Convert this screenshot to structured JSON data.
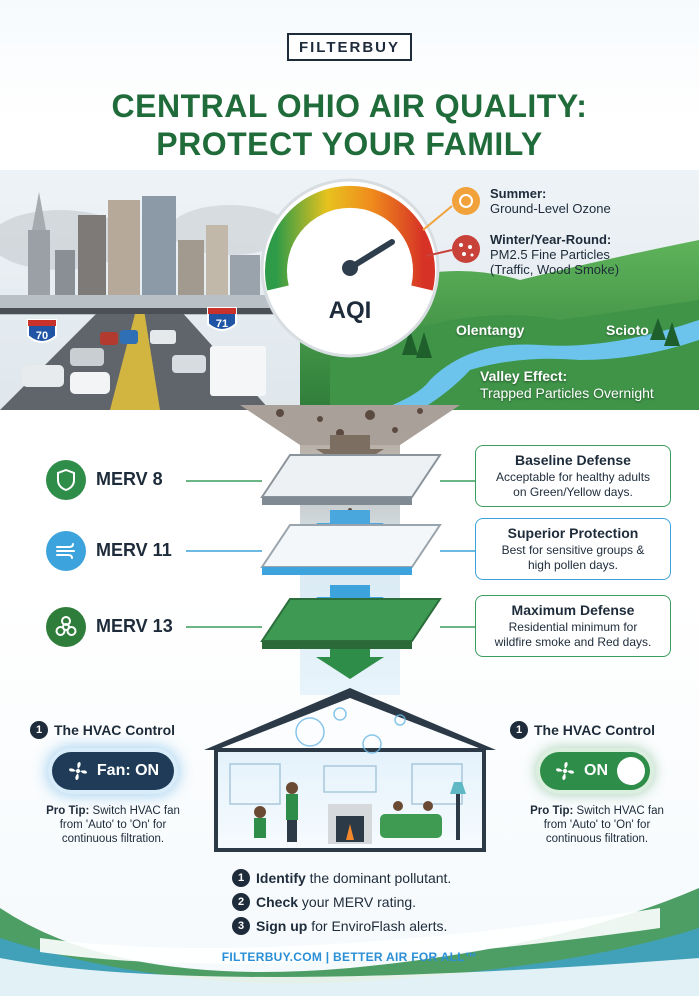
{
  "brand": {
    "logo": "FILTERBUY"
  },
  "header": {
    "title_line1": "CENTRAL OHIO AIR QUALITY:",
    "title_line2": "PROTECT YOUR FAMILY"
  },
  "scene": {
    "gauge_label": "AQI",
    "highway_signs": [
      "70",
      "71"
    ],
    "pollutants": [
      {
        "title": "Summer:",
        "desc": "Ground-Level Ozone"
      },
      {
        "title": "Winter/Year-Round:",
        "desc_line1": "PM2.5 Fine Particles",
        "desc_line2": "(Traffic, Wood Smoke)"
      }
    ],
    "rivers": [
      "Olentangy",
      "Scioto"
    ],
    "valley": {
      "title": "Valley Effect:",
      "desc": "Trapped Particles Overnight"
    }
  },
  "filters": [
    {
      "label": "MERV 8",
      "icon": "shield-icon",
      "heading": "Baseline Defense",
      "line1": "Acceptable for healthy adults",
      "line2": "on Green/Yellow days."
    },
    {
      "label": "MERV 11",
      "icon": "wind-icon",
      "heading": "Superior Protection",
      "line1": "Best for sensitive groups &",
      "line2": "high pollen days."
    },
    {
      "label": "MERV 13",
      "icon": "biohazard-icon",
      "heading": "Maximum Defense",
      "line1": "Residential minimum for",
      "line2": "wildfire smoke and Red days."
    }
  ],
  "hvac": {
    "left": {
      "number": "1",
      "title": "The HVAC Control",
      "button": "Fan: ON"
    },
    "right": {
      "number": "1",
      "title": "The HVAC Control",
      "toggle": "ON"
    },
    "tip_label": "Pro Tip:",
    "tip_line1": " Switch HVAC fan",
    "tip_line2": "from 'Auto' to 'On' for",
    "tip_line3": "continuous filtration."
  },
  "steps": [
    {
      "number": "1",
      "bold": "Identify",
      "rest": " the dominant pollutant."
    },
    {
      "number": "2",
      "bold": "Check",
      "rest": " your MERV rating."
    },
    {
      "number": "3",
      "bold": "Sign up",
      "rest": " for EnviroFlash alerts."
    }
  ],
  "footer": "FILTERBUY.COM | BETTER AIR FOR ALL™",
  "colors": {
    "green": "#1f6b3a",
    "accent_green": "#2f8d4a",
    "blue": "#3ca3dc",
    "navy": "#1d2b3a"
  }
}
